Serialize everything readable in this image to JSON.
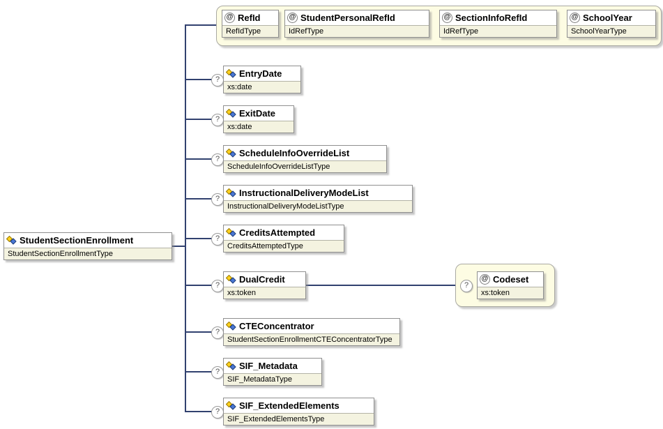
{
  "diagram": {
    "root": {
      "name": "StudentSectionEnrollment",
      "type": "StudentSectionEnrollmentType"
    },
    "attributes": [
      {
        "name": "RefId",
        "type": "RefIdType"
      },
      {
        "name": "StudentPersonalRefId",
        "type": "IdRefType"
      },
      {
        "name": "SectionInfoRefId",
        "type": "IdRefType"
      },
      {
        "name": "SchoolYear",
        "type": "SchoolYearType"
      }
    ],
    "elements": [
      {
        "name": "EntryDate",
        "type": "xs:date",
        "occurrence": "optional"
      },
      {
        "name": "ExitDate",
        "type": "xs:date",
        "occurrence": "optional"
      },
      {
        "name": "ScheduleInfoOverrideList",
        "type": "ScheduleInfoOverrideListType",
        "occurrence": "optional"
      },
      {
        "name": "InstructionalDeliveryModeList",
        "type": "InstructionalDeliveryModeListType",
        "occurrence": "optional"
      },
      {
        "name": "CreditsAttempted",
        "type": "CreditsAttemptedType",
        "occurrence": "optional"
      },
      {
        "name": "DualCredit",
        "type": "xs:token",
        "occurrence": "optional"
      },
      {
        "name": "CTEConcentrator",
        "type": "StudentSectionEnrollmentCTEConcentratorType",
        "occurrence": "optional"
      },
      {
        "name": "SIF_Metadata",
        "type": "SIF_MetadataType",
        "occurrence": "optional"
      },
      {
        "name": "SIF_ExtendedElements",
        "type": "SIF_ExtendedElementsType",
        "occurrence": "optional"
      }
    ],
    "dual_credit_attributes": [
      {
        "name": "Codeset",
        "type": "xs:token",
        "occurrence": "optional"
      }
    ],
    "indicators": {
      "optional": "?",
      "attribute": "@"
    },
    "colors": {
      "group_fill": "#fdfce3",
      "type_band_fill": "#f4f3e0",
      "connector": "#31416f",
      "element_icon_yellow": "#ffd21e",
      "element_icon_blue": "#4a77d4"
    }
  }
}
